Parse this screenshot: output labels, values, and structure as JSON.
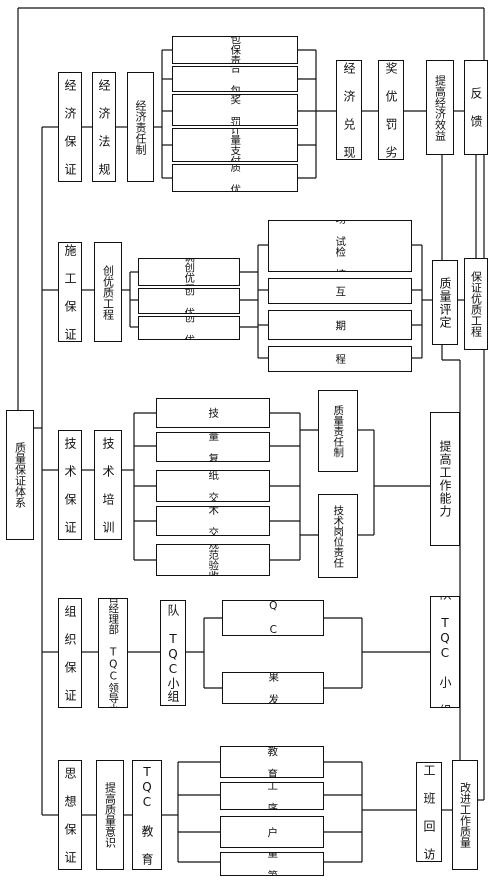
{
  "nodes": {
    "root": "质量保证体系",
    "econ_guarantee": "经 济 保 证",
    "econ_law": "经 济 法 规",
    "econ_resp": "经济责任制",
    "sign_contract": "签订包保责任制",
    "package_contract": "配 合 包 干",
    "reward_rules": "制 定 奖 罚 条 例",
    "measure_pay": "完善计量支付手段",
    "quality_price": "优 质 优 价",
    "econ_realize": "经 济 兑 现",
    "reward_punish": "奖 优 罚 劣",
    "improve_benefit": "提高经济效益",
    "feedback": "反 馈",
    "construction_guarantee": "施 工 保 证",
    "create_quality": "创优质工程",
    "define_goal": "明确创优工点",
    "set_measures": "制 定 创 优 措 施",
    "check_effect": "检 查 创 优 效 果",
    "strengthen_inspect": "加强 现场 试检 控制 充分",
    "self_check": "进 行 自 检 互 检 交 接 检",
    "periodic_check": "定 期 不 定 期 质 量 检 查",
    "accept_supervision": "接 受 工 程 师 监 察",
    "quality_eval": "质量评定",
    "ensure_quality": "保证优质工程",
    "tech_guarantee": "技 术 保 证",
    "tech_training": "技 术 培 训",
    "promote_new": "推 广 新 技 术 工 艺",
    "measure_review": "测 量 复 核",
    "drawing_handover": "图 纸 交 底",
    "tech_handover": "技 术 交 底",
    "master_standards": "掌握规范验收标准",
    "quality_resp": "质量责任制",
    "tech_post_resp": "技术岗位责任",
    "improve_ability": "提高工作能力",
    "org_guarantee": "组 织 保 证",
    "pm_tqc": "项目经理部 TQC领导小组",
    "team_tqc": "队 TQC小组",
    "crew_qc": "工 班 Q C 小 组",
    "results_dev": "成 果 发 展",
    "team_tqc_group": "队 TQC 小 组",
    "thought_guarantee": "思 想 保 证",
    "quality_awareness": "提高质量意识",
    "tqc_education": "TQC 教 育",
    "edu_plan": "制 定 教 育 计 划",
    "next_process": "下 道 工 序 用 户",
    "serve_users": "为 用 户 服 务",
    "quality_first": "质 量 第 一",
    "crew_revisit": "工 班 回 访",
    "improve_work_quality": "改进工作质量"
  }
}
